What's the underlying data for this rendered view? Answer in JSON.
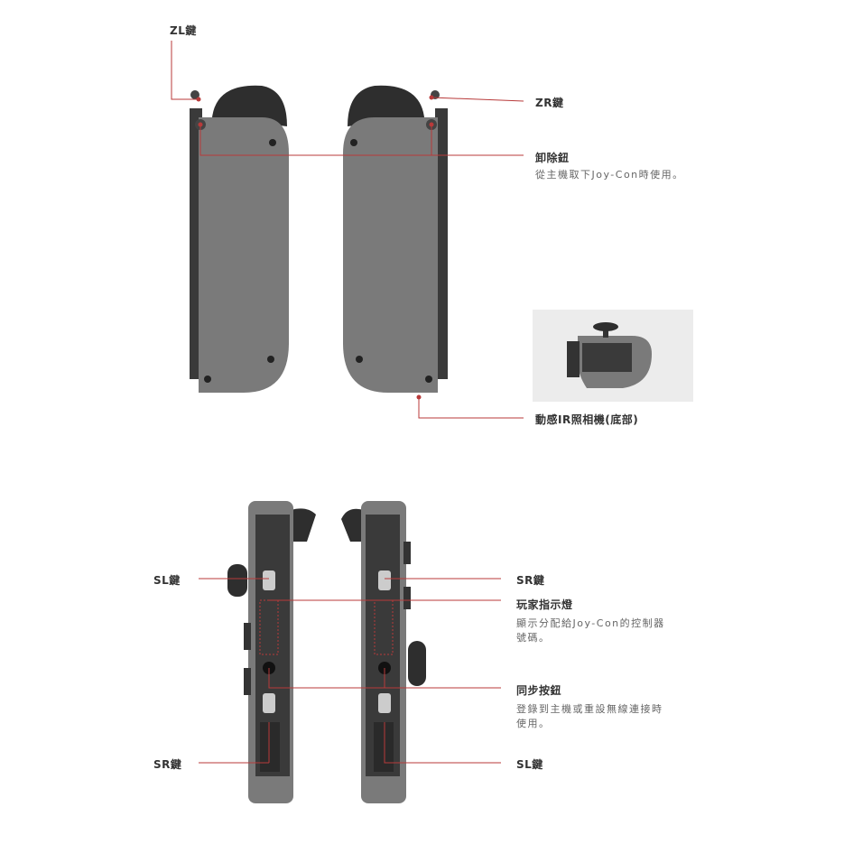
{
  "accent_color": "#b83a3a",
  "top": {
    "zl": {
      "label": "ZL鍵"
    },
    "zr": {
      "label": "ZR鍵"
    },
    "release": {
      "label": "卸除鈕",
      "desc": "從主機取下Joy-Con時使用。"
    },
    "ir": {
      "label": "動感IR照相機(底部)"
    }
  },
  "bottom": {
    "sl_left": {
      "label": "SL鍵"
    },
    "sr_left": {
      "label": "SR鍵"
    },
    "sr_right": {
      "label": "SR鍵"
    },
    "sl_right": {
      "label": "SL鍵"
    },
    "player_lights": {
      "label": "玩家指示燈",
      "desc_lines": [
        "顯示分配給Joy-Con的控制器",
        "號碼。"
      ]
    },
    "sync": {
      "label": "同步按鈕",
      "desc_lines": [
        "登錄到主機或重設無線連接時",
        "使用。"
      ]
    }
  }
}
